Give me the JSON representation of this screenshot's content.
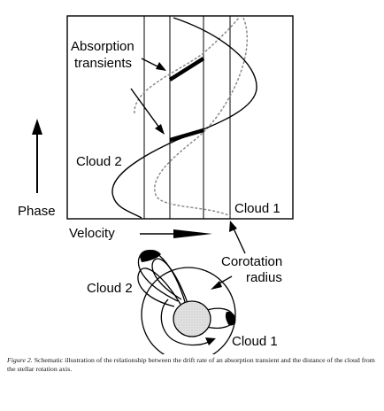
{
  "labels": {
    "absorption_transients": [
      "Absorption",
      "transients"
    ],
    "cloud2": "Cloud 2",
    "cloud1": "Cloud 1",
    "phase": "Phase",
    "velocity": "Velocity",
    "corotation": [
      "Corotation",
      "radius"
    ]
  },
  "caption": {
    "figure": "Figure 2.",
    "text": "Schematic illustration of the relationship between the drift rate of an absorption transient and the distance of the cloud from the stellar rotation axis."
  }
}
